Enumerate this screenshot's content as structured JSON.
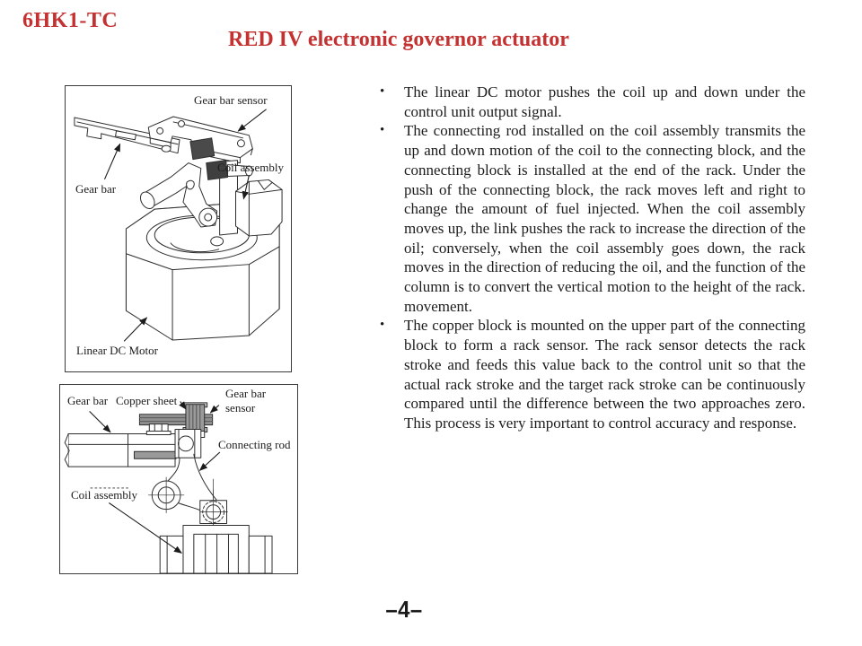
{
  "header": {
    "model_code": "6HK1-TC",
    "title": "RED IV electronic governor actuator"
  },
  "figure_top": {
    "labels": {
      "gear_bar_sensor": "Gear bar sensor",
      "coil_assembly": "Coil assembly",
      "gear_bar": "Gear bar",
      "linear_dc_motor": "Linear DC Motor"
    }
  },
  "figure_bottom": {
    "labels": {
      "gear_bar": "Gear bar",
      "copper_sheet": "Copper sheet",
      "gear_bar_sensor": "Gear bar sensor",
      "connecting_rod": "Connecting rod",
      "coil_assembly": "Coil assembly"
    }
  },
  "content": {
    "bullet_glyph": "•",
    "bullets": [
      "The linear DC motor pushes the coil up and down under the control unit output signal.",
      "The connecting rod installed on the coil assembly transmits the up and down motion of the coil to the connecting block, and the connecting block is installed at the end of the rack. Under the push of the connecting block, the rack moves left and right to change the amount of fuel injected. When the coil assembly moves up, the link pushes the rack to increase the direction of the oil; conversely, when the coil assembly goes down, the rack moves in the direction of reducing the oil, and the function of the column is to convert the vertical motion to the height of the rack. movement.",
      "The copper block is mounted on the upper part of the connecting block to form a rack sensor. The rack sensor detects the rack stroke and feeds this value back to the control unit so that the actual rack stroke and the target rack stroke can be continuously compared until the difference between the two approaches zero. This process is very important to control accuracy and response."
    ]
  },
  "footer": {
    "page_number": "–4–"
  },
  "colors": {
    "accent_red": "#c43131",
    "ink": "#1c1c1c",
    "line_art": "#2e2e2e"
  }
}
